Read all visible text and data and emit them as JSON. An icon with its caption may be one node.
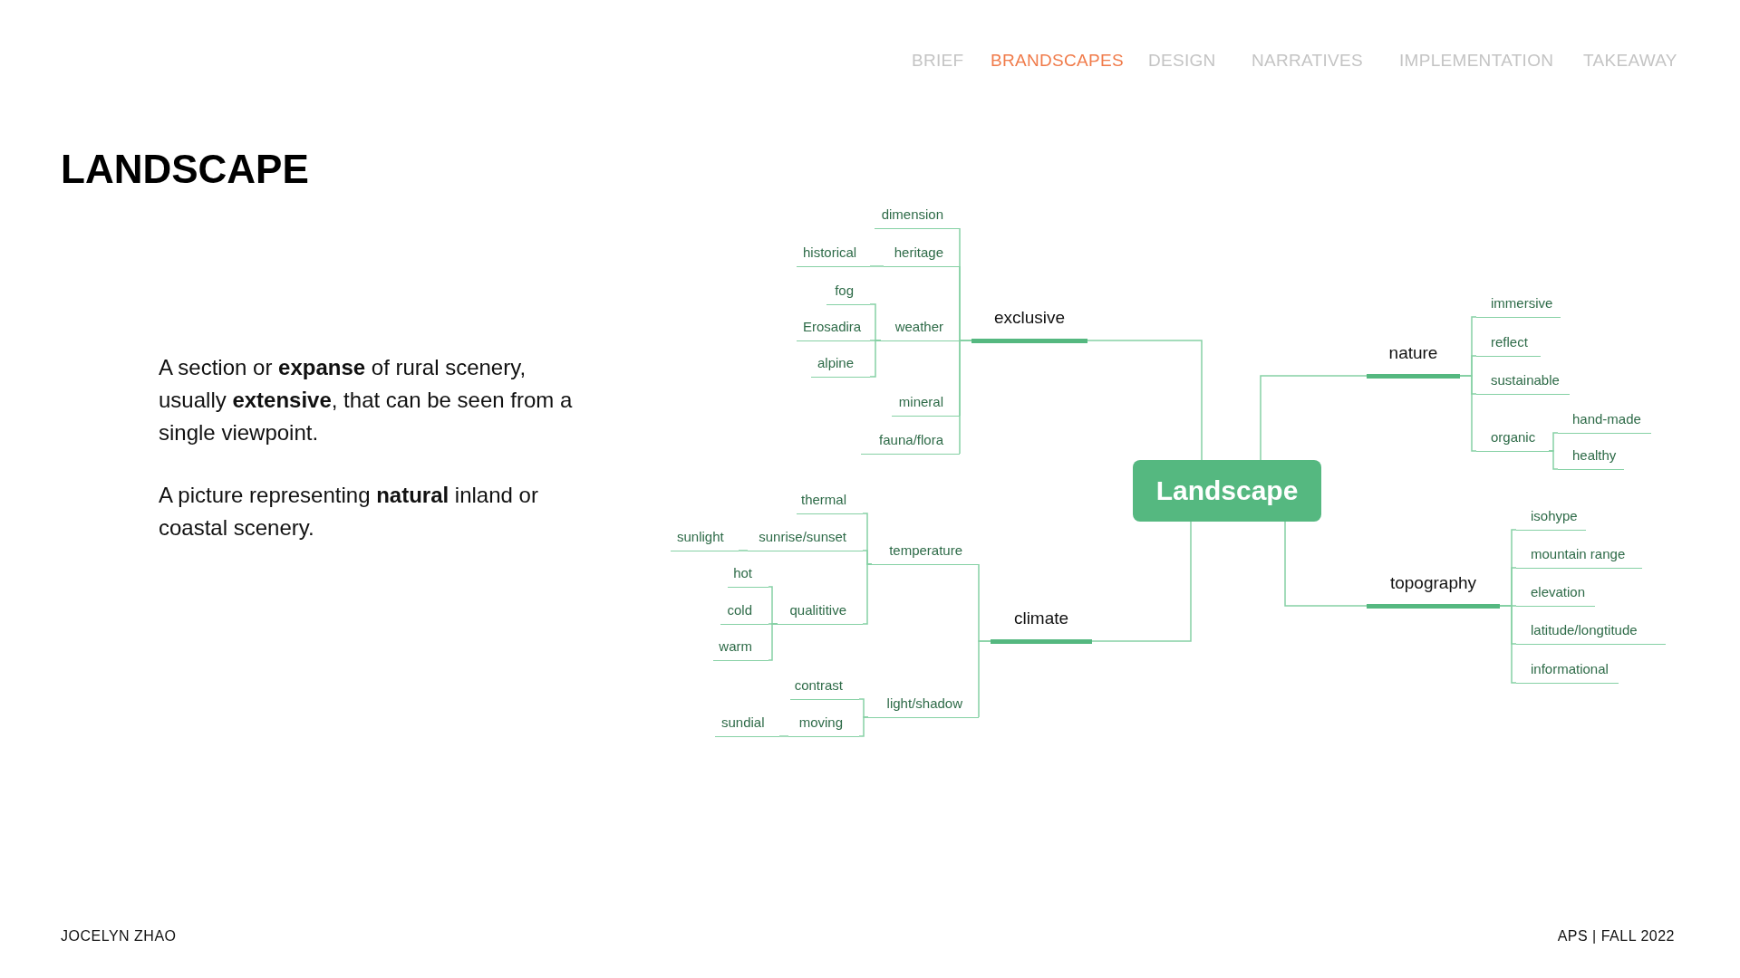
{
  "diagram": {
    "title": "LANDSCAPE",
    "nodes": [
      {
        "text": [
          "Landscape"
        ]
      },
      {
        "text": [
          "exclusive"
        ]
      },
      {
        "text": [
          "dimension"
        ]
      },
      {
        "text": [
          "historical"
        ]
      },
      {
        "text": [
          "heritage"
        ]
      },
      {
        "text": [
          "fog"
        ]
      },
      {
        "text": [
          "Erosadira"
        ]
      },
      {
        "text": [
          "weather"
        ]
      },
      {
        "text": [
          "alpine"
        ]
      },
      {
        "text": [
          "mineral"
        ]
      },
      {
        "text": [
          "fauna/flora"
        ]
      },
      {
        "text": [
          "nature"
        ]
      },
      {
        "text": [
          "immersive"
        ]
      },
      {
        "text": [
          "reflect"
        ]
      },
      {
        "text": [
          "sustainable"
        ]
      },
      {
        "text": [
          "organic"
        ]
      },
      {
        "text": [
          "hand-made"
        ]
      },
      {
        "text": [
          "healthy"
        ]
      },
      {
        "text": [
          "climate"
        ]
      },
      {
        "text": [
          "thermal"
        ]
      },
      {
        "text": [
          "sunlight"
        ]
      },
      {
        "text": [
          "sunrise/sunset"
        ]
      },
      {
        "text": [
          "temperature"
        ]
      },
      {
        "text": [
          "hot"
        ]
      },
      {
        "text": [
          "cold"
        ]
      },
      {
        "text": [
          "qualititive"
        ]
      },
      {
        "text": [
          "warm"
        ]
      },
      {
        "text": [
          "contrast"
        ]
      },
      {
        "text": [
          "light/shadow"
        ]
      },
      {
        "text": [
          "sundial"
        ]
      },
      {
        "text": [
          "moving"
        ]
      },
      {
        "text": [
          "topography"
        ]
      },
      {
        "text": [
          "isohype"
        ]
      },
      {
        "text": [
          "mountain range"
        ]
      },
      {
        "text": [
          "elevation"
        ]
      },
      {
        "text": [
          "latitude/longtitude"
        ]
      },
      {
        "text": [
          "informational"
        ]
      }
    ],
    "edges": [
      {
        "from": 0,
        "to": 1,
        "arrow": "none"
      },
      {
        "from": 0,
        "to": 11,
        "arrow": "none"
      },
      {
        "from": 0,
        "to": 18,
        "arrow": "none"
      },
      {
        "from": 0,
        "to": 31,
        "arrow": "none"
      },
      {
        "from": 1,
        "to": 2,
        "arrow": "none"
      },
      {
        "from": 1,
        "to": 4,
        "arrow": "none"
      },
      {
        "from": 1,
        "to": 7,
        "arrow": "none"
      },
      {
        "from": 1,
        "to": 9,
        "arrow": "none"
      },
      {
        "from": 1,
        "to": 10,
        "arrow": "none"
      },
      {
        "from": 4,
        "to": 3,
        "arrow": "none"
      },
      {
        "from": 7,
        "to": 5,
        "arrow": "none"
      },
      {
        "from": 7,
        "to": 6,
        "arrow": "none"
      },
      {
        "from": 7,
        "to": 8,
        "arrow": "none"
      },
      {
        "from": 11,
        "to": 12,
        "arrow": "none"
      },
      {
        "from": 11,
        "to": 13,
        "arrow": "none"
      },
      {
        "from": 11,
        "to": 14,
        "arrow": "none"
      },
      {
        "from": 11,
        "to": 15,
        "arrow": "none"
      },
      {
        "from": 15,
        "to": 16,
        "arrow": "none"
      },
      {
        "from": 15,
        "to": 17,
        "arrow": "none"
      },
      {
        "from": 18,
        "to": 22,
        "arrow": "none"
      },
      {
        "from": 18,
        "to": 28,
        "arrow": "none"
      },
      {
        "from": 22,
        "to": 19,
        "arrow": "none"
      },
      {
        "from": 22,
        "to": 21,
        "arrow": "none"
      },
      {
        "from": 22,
        "to": 25,
        "arrow": "none"
      },
      {
        "from": 21,
        "to": 20,
        "arrow": "none"
      },
      {
        "from": 25,
        "to": 23,
        "arrow": "none"
      },
      {
        "from": 25,
        "to": 24,
        "arrow": "none"
      },
      {
        "from": 25,
        "to": 26,
        "arrow": "none"
      },
      {
        "from": 28,
        "to": 27,
        "arrow": "none"
      },
      {
        "from": 28,
        "to": 30,
        "arrow": "none"
      },
      {
        "from": 30,
        "to": 29,
        "arrow": "none"
      },
      {
        "from": 31,
        "to": 32,
        "arrow": "none"
      },
      {
        "from": 31,
        "to": 33,
        "arrow": "none"
      },
      {
        "from": 31,
        "to": 34,
        "arrow": "none"
      },
      {
        "from": 31,
        "to": 35,
        "arrow": "none"
      },
      {
        "from": 31,
        "to": 36,
        "arrow": "none"
      }
    ],
    "labels": [
      "BRIEF",
      "BRANDSCAPES",
      "DESIGN",
      "NARRATIVES",
      "IMPLEMENTATION",
      "TAKEAWAY",
      "A section or **expanse** of rural scenery, usually **extensive**, that can be seen from a single viewpoint.",
      "A picture representing **natural** inland or coastal scenery.",
      "JOCELYN ZHAO",
      "APS | FALL 2022"
    ]
  }
}
